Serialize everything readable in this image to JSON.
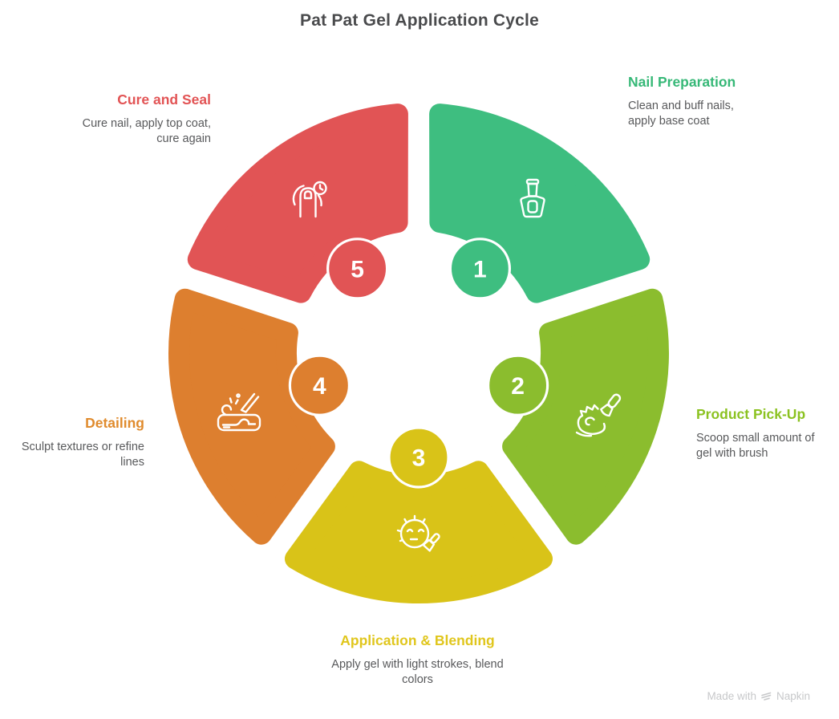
{
  "title": "Pat Pat Gel Application Cycle",
  "watermark": {
    "prefix": "Made with",
    "brand": "Napkin"
  },
  "diagram": {
    "type": "cycle",
    "segments": [
      {
        "number": "1",
        "label": "Nail Preparation",
        "description": "Clean and buff nails, apply base coat",
        "color": "#3ebe80",
        "label_color": "#36b877",
        "icon": "nail-polish-bottle-icon"
      },
      {
        "number": "2",
        "label": "Product Pick-Up",
        "description": "Scoop small amount of gel with brush",
        "color": "#8bbd2e",
        "label_color": "#8bc220",
        "icon": "brush-scooping-gel-icon"
      },
      {
        "number": "3",
        "label": "Application & Blending",
        "description": "Apply gel with light strokes, blend colors",
        "color": "#d9c318",
        "label_color": "#e0c61c",
        "icon": "face-with-brush-icon"
      },
      {
        "number": "4",
        "label": "Detailing",
        "description": "Sculpt textures or refine lines",
        "color": "#dd7f2f",
        "label_color": "#e08b2d",
        "icon": "sculpting-tool-icon"
      },
      {
        "number": "5",
        "label": "Cure and Seal",
        "description": "Cure nail, apply top coat, cure again",
        "color": "#e15455",
        "label_color": "#e25455",
        "icon": "finger-with-clock-icon"
      }
    ]
  }
}
